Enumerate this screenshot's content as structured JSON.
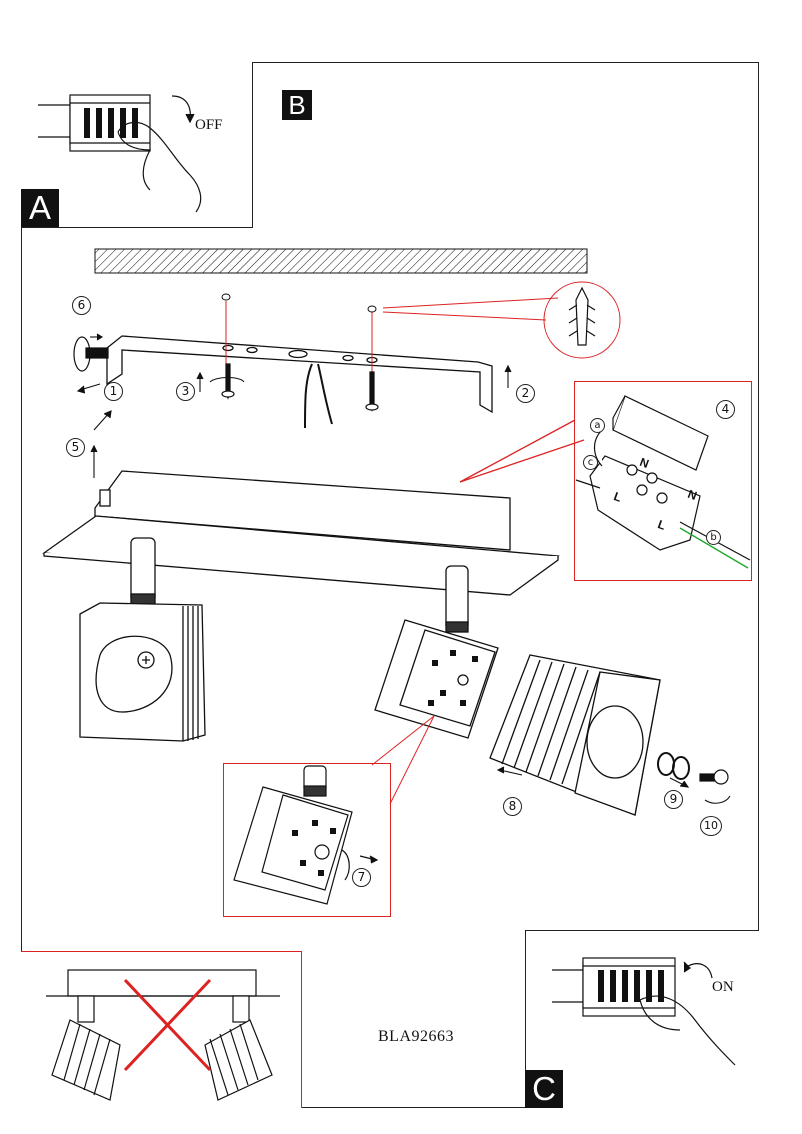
{
  "panels": {
    "a": {
      "letter": "A",
      "switch_label": "OFF"
    },
    "b": {
      "letter": "B"
    },
    "c": {
      "letter": "C",
      "switch_label": "ON"
    }
  },
  "steps": [
    "1",
    "2",
    "3",
    "4",
    "5",
    "6",
    "7",
    "8",
    "9",
    "10"
  ],
  "wiring_callouts": [
    "a",
    "b",
    "c"
  ],
  "terminal_marks": [
    "N",
    "N",
    "L",
    "L"
  ],
  "model_code": "BLA92663",
  "colors": {
    "line": "#111111",
    "accent_red": "#dd2222",
    "wire_green": "#22aa33"
  }
}
